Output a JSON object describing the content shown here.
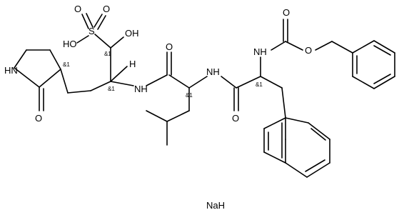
{
  "molecule": {
    "atom_labels": {
      "sulfonyl_o_left": "O",
      "sulfonyl_o_right": "O",
      "sulfur": "S",
      "sulfonate_oh": "HO",
      "alpha_oh": "OH",
      "lactam_nh": "HN",
      "lactam_o": "O",
      "amide_nh_1": "NH",
      "amide_o_1": "O",
      "amide_nh_2": "NH",
      "amide_o_2": "O",
      "carbamate_nh": "NH",
      "carbamate_o_carbonyl": "O",
      "carbamate_o_ester": "O",
      "counterion": "NaH"
    },
    "stereo_marks": {
      "c_sulfonate": "&1",
      "c_alpha": "&1",
      "c_pyrrolidinone": "&1",
      "c_leucine": "&1",
      "c_naphthylalanine": "&1"
    },
    "implicit_h": "H"
  }
}
